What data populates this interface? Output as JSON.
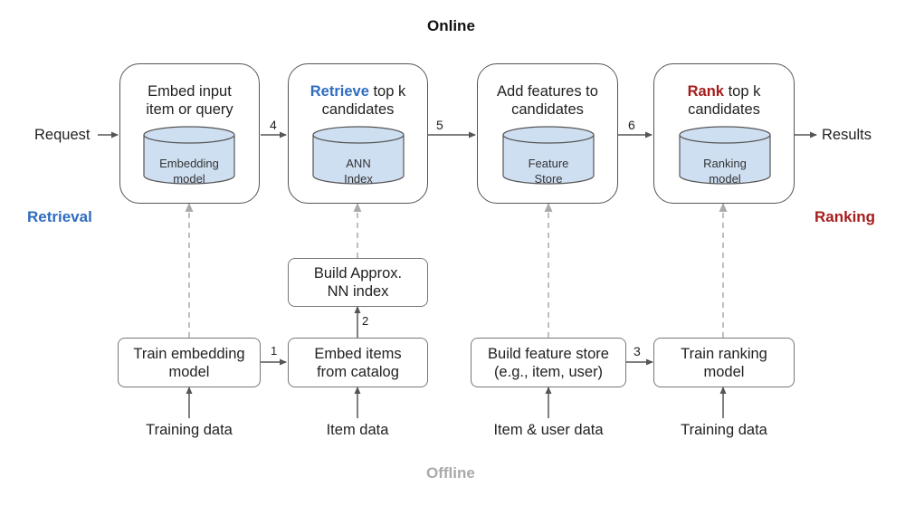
{
  "quadrants": {
    "online": "Online",
    "offline": "Offline",
    "retrieval": "Retrieval",
    "ranking": "Ranking"
  },
  "colors": {
    "retrieval_blue": "#2f6cc0",
    "ranking_red": "#a61c1c",
    "db_fill": "#cfdff2",
    "axis_gray": "#666666"
  },
  "online_stages": [
    {
      "title_line1": "Embed input",
      "title_line2": "item or query",
      "db_line1": "Embedding",
      "db_line2": "model"
    },
    {
      "title_highlight": "Retrieve",
      "title_rest": " top k",
      "title_line2": "candidates",
      "db_line1": "ANN",
      "db_line2": "Index"
    },
    {
      "title_line1": "Add features to",
      "title_line2": "candidates",
      "db_line1": "Feature",
      "db_line2": "Store"
    },
    {
      "title_highlight": "Rank",
      "title_rest": " top k",
      "title_line2": "candidates",
      "db_line1": "Ranking",
      "db_line2": "model"
    }
  ],
  "flow": {
    "request": "Request",
    "results": "Results",
    "step4": "4",
    "step5": "5",
    "step6": "6"
  },
  "offline_steps": {
    "train_embedding": [
      "Train embedding",
      "model"
    ],
    "embed_items": [
      "Embed items",
      "from catalog"
    ],
    "build_ann": [
      "Build Approx.",
      "NN index"
    ],
    "build_feature_store": [
      "Build feature store",
      "(e.g., item, user)"
    ],
    "train_ranking": [
      "Train ranking",
      "model"
    ],
    "step1": "1",
    "step2": "2",
    "step3": "3"
  },
  "inputs": {
    "training_data_left": "Training data",
    "item_data": "Item data",
    "item_user_data": "Item & user data",
    "training_data_right": "Training data"
  }
}
